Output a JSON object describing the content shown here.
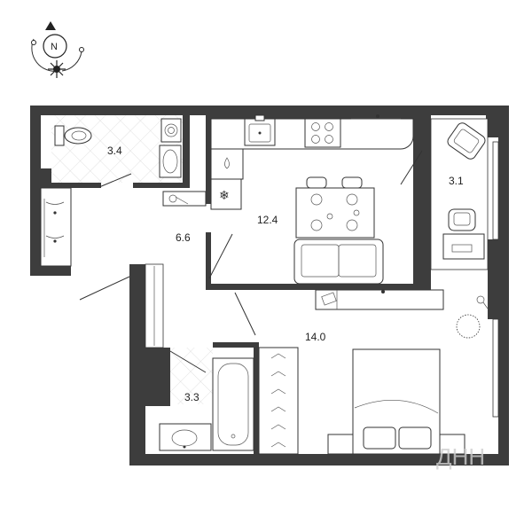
{
  "compass": {
    "letter": "N"
  },
  "rooms": [
    {
      "id": "bathroom-top",
      "area": "3.4"
    },
    {
      "id": "kitchen",
      "area": "12.4"
    },
    {
      "id": "balcony",
      "area": "3.1"
    },
    {
      "id": "hallway",
      "area": "6.6"
    },
    {
      "id": "bedroom",
      "area": "14.0"
    },
    {
      "id": "bathroom-bottom",
      "area": "3.3"
    }
  ],
  "watermark": {
    "text": "ДНН"
  }
}
